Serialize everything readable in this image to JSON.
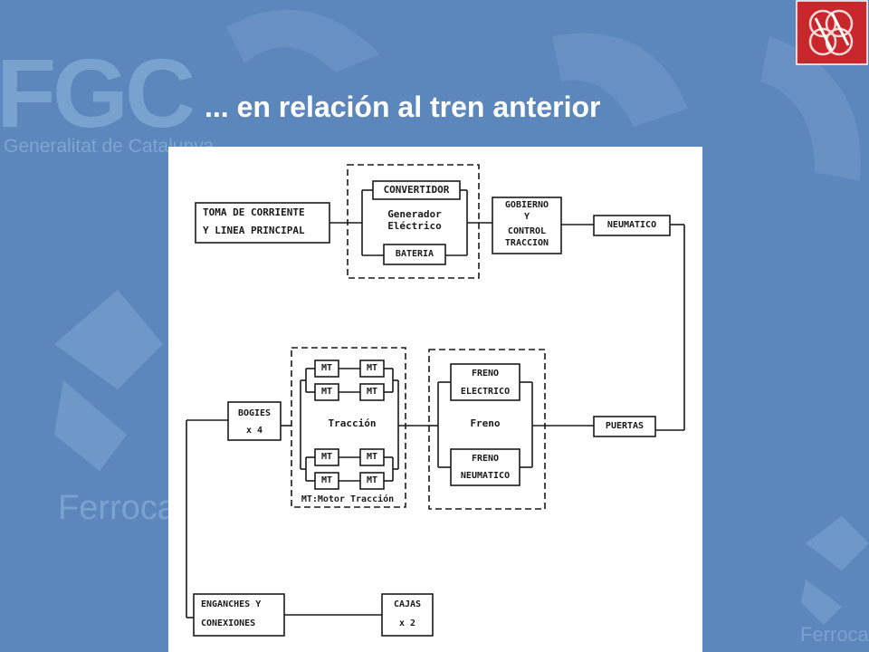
{
  "title": "... en relación al tren anterior",
  "watermark": {
    "brand": "FGC",
    "subtitle": "Generalitat de Catalunya",
    "word_left": "Ferroca",
    "word_right": "Ferroca"
  },
  "logo": {
    "icon": "ferrocarril-logo-icon",
    "bg": "#c8282c"
  },
  "colors": {
    "background": "#5b87bd",
    "title": "#ffffff",
    "paper": "#ffffff",
    "ink": "#1a1a1a"
  },
  "diagram": {
    "toma": [
      "TOMA DE CORRIENTE",
      "Y LINEA PRINCIPAL"
    ],
    "convertidor": "CONVERTIDOR",
    "generador": [
      "Generador",
      "Eléctrico"
    ],
    "bateria": "BATERIA",
    "gobierno": [
      "GOBIERNO",
      "Y",
      "CONTROL",
      "TRACCION"
    ],
    "neumatico": "NEUMATICO",
    "mt": "MT",
    "traccion": "Tracción",
    "mt_legend": "MT:Motor Tracción",
    "freno": "Freno",
    "freno_electrico": [
      "FRENO",
      "ELECTRICO"
    ],
    "freno_neumatico": [
      "FRENO",
      "NEUMATICO"
    ],
    "puertas": "PUERTAS",
    "bogies": [
      "BOGIES",
      "x 4"
    ],
    "enganches": [
      "ENGANCHES Y",
      "CONEXIONES"
    ],
    "cajas": [
      "CAJAS",
      "x 2"
    ]
  }
}
